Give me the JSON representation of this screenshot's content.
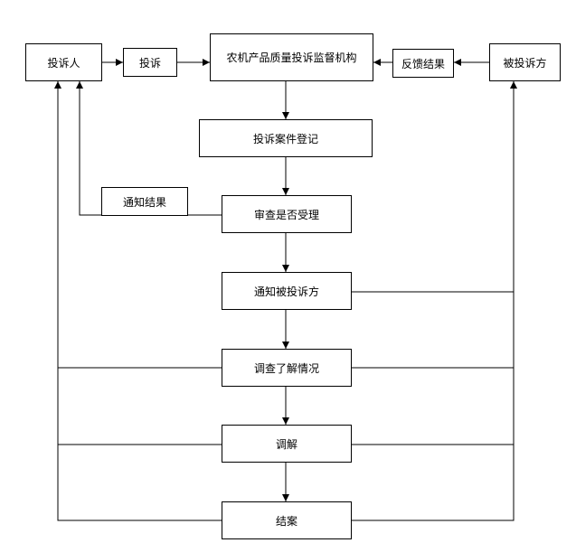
{
  "nodes": {
    "complainant": "投诉人",
    "complaint": "投诉",
    "agency": "农机产品质量投诉监督机构",
    "feedback": "反馈结果",
    "respondent": "被投诉方",
    "register": "投诉案件登记",
    "notify_result": "通知结果",
    "review": "审查是否受理",
    "notify_respondent": "通知被投诉方",
    "investigate": "调查了解情况",
    "mediate": "调解",
    "close": "结案"
  }
}
